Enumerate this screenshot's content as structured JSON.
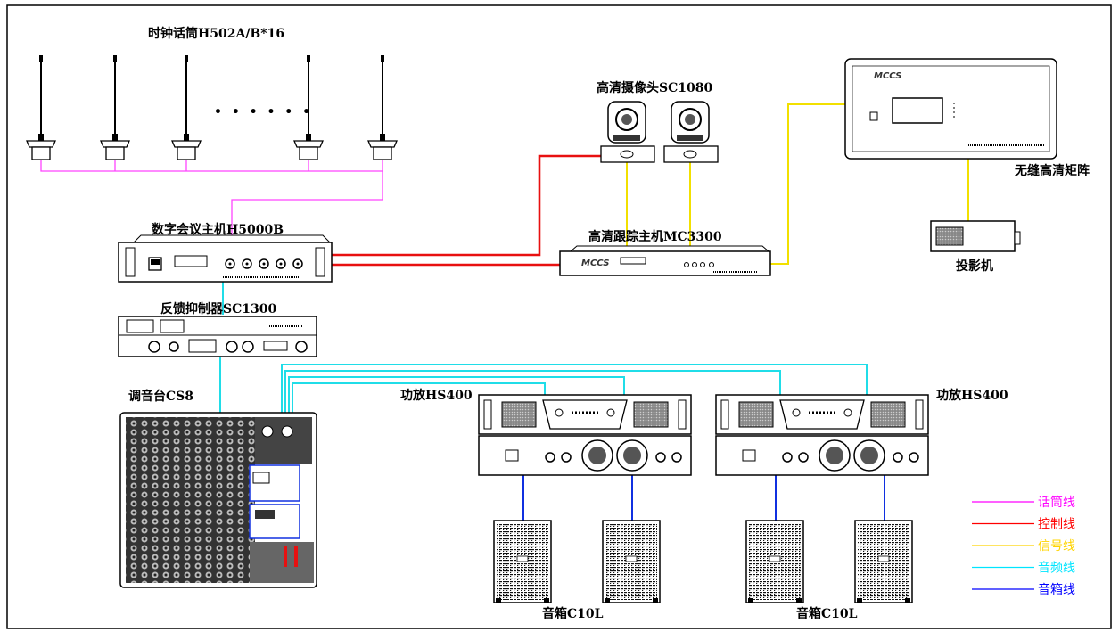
{
  "labels": {
    "mics": "时钟话筒H502A/B*16",
    "dots": "• • • • • •",
    "camera": "高清摄像头SC1080",
    "matrix": "无缝高清矩阵",
    "matrix_brand": "MCCS",
    "projector": "投影机",
    "host": "数字会议主机H5000B",
    "tracker": "高清跟踪主机MC3300",
    "tracker_brand": "MCCS",
    "feedback": "反馈抑制器SC1300",
    "mixer": "调音台CS8",
    "amp_left": "功放HS400",
    "amp_right": "功放HS400",
    "speaker_left": "音箱C10L",
    "speaker_right": "音箱C10L"
  },
  "legend": [
    {
      "label": "话筒线",
      "color": "#ff00ff"
    },
    {
      "label": "控制线",
      "color": "#ff0000"
    },
    {
      "label": "信号线",
      "color": "#ffd400"
    },
    {
      "label": "音频线",
      "color": "#00e5ff"
    },
    {
      "label": "音箱线",
      "color": "#0000ff"
    }
  ],
  "colors": {
    "mic_line": "#ff44ff",
    "control_line": "#e81010",
    "signal_line": "#f2e000",
    "audio_line": "#20dde8",
    "speaker_line": "#1030e0"
  }
}
